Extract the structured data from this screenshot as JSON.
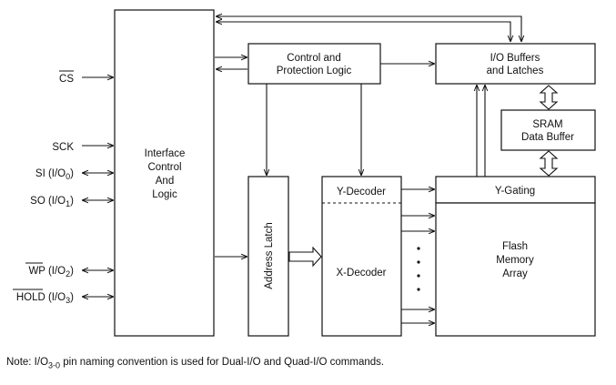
{
  "pins": {
    "cs": "CS",
    "sck": "SCK",
    "si": "SI (I/O",
    "si_sub": "0",
    "so": "SO (I/O",
    "so_sub": "1",
    "wp": "WP",
    "wp_io": " (I/O",
    "wp_sub": "2",
    "hold": "HOLD",
    "hold_io": " (I/O",
    "hold_sub": "3",
    "close": ")"
  },
  "blocks": {
    "interface": [
      "Interface",
      "Control",
      "And",
      "Logic"
    ],
    "control": [
      "Control and",
      "Protection Logic"
    ],
    "io_buffers": [
      "I/O Buffers",
      "and Latches"
    ],
    "sram": [
      "SRAM",
      "Data Buffer"
    ],
    "address_latch": "Address Latch",
    "y_decoder": "Y-Decoder",
    "x_decoder": "X-Decoder",
    "y_gating": "Y-Gating",
    "flash": [
      "Flash",
      "Memory",
      "Array"
    ]
  },
  "note": {
    "prefix": "Note:  I/O",
    "sub": "3-0",
    "suffix": " pin naming convention is used for Dual-I/O and Quad-I/O commands."
  }
}
